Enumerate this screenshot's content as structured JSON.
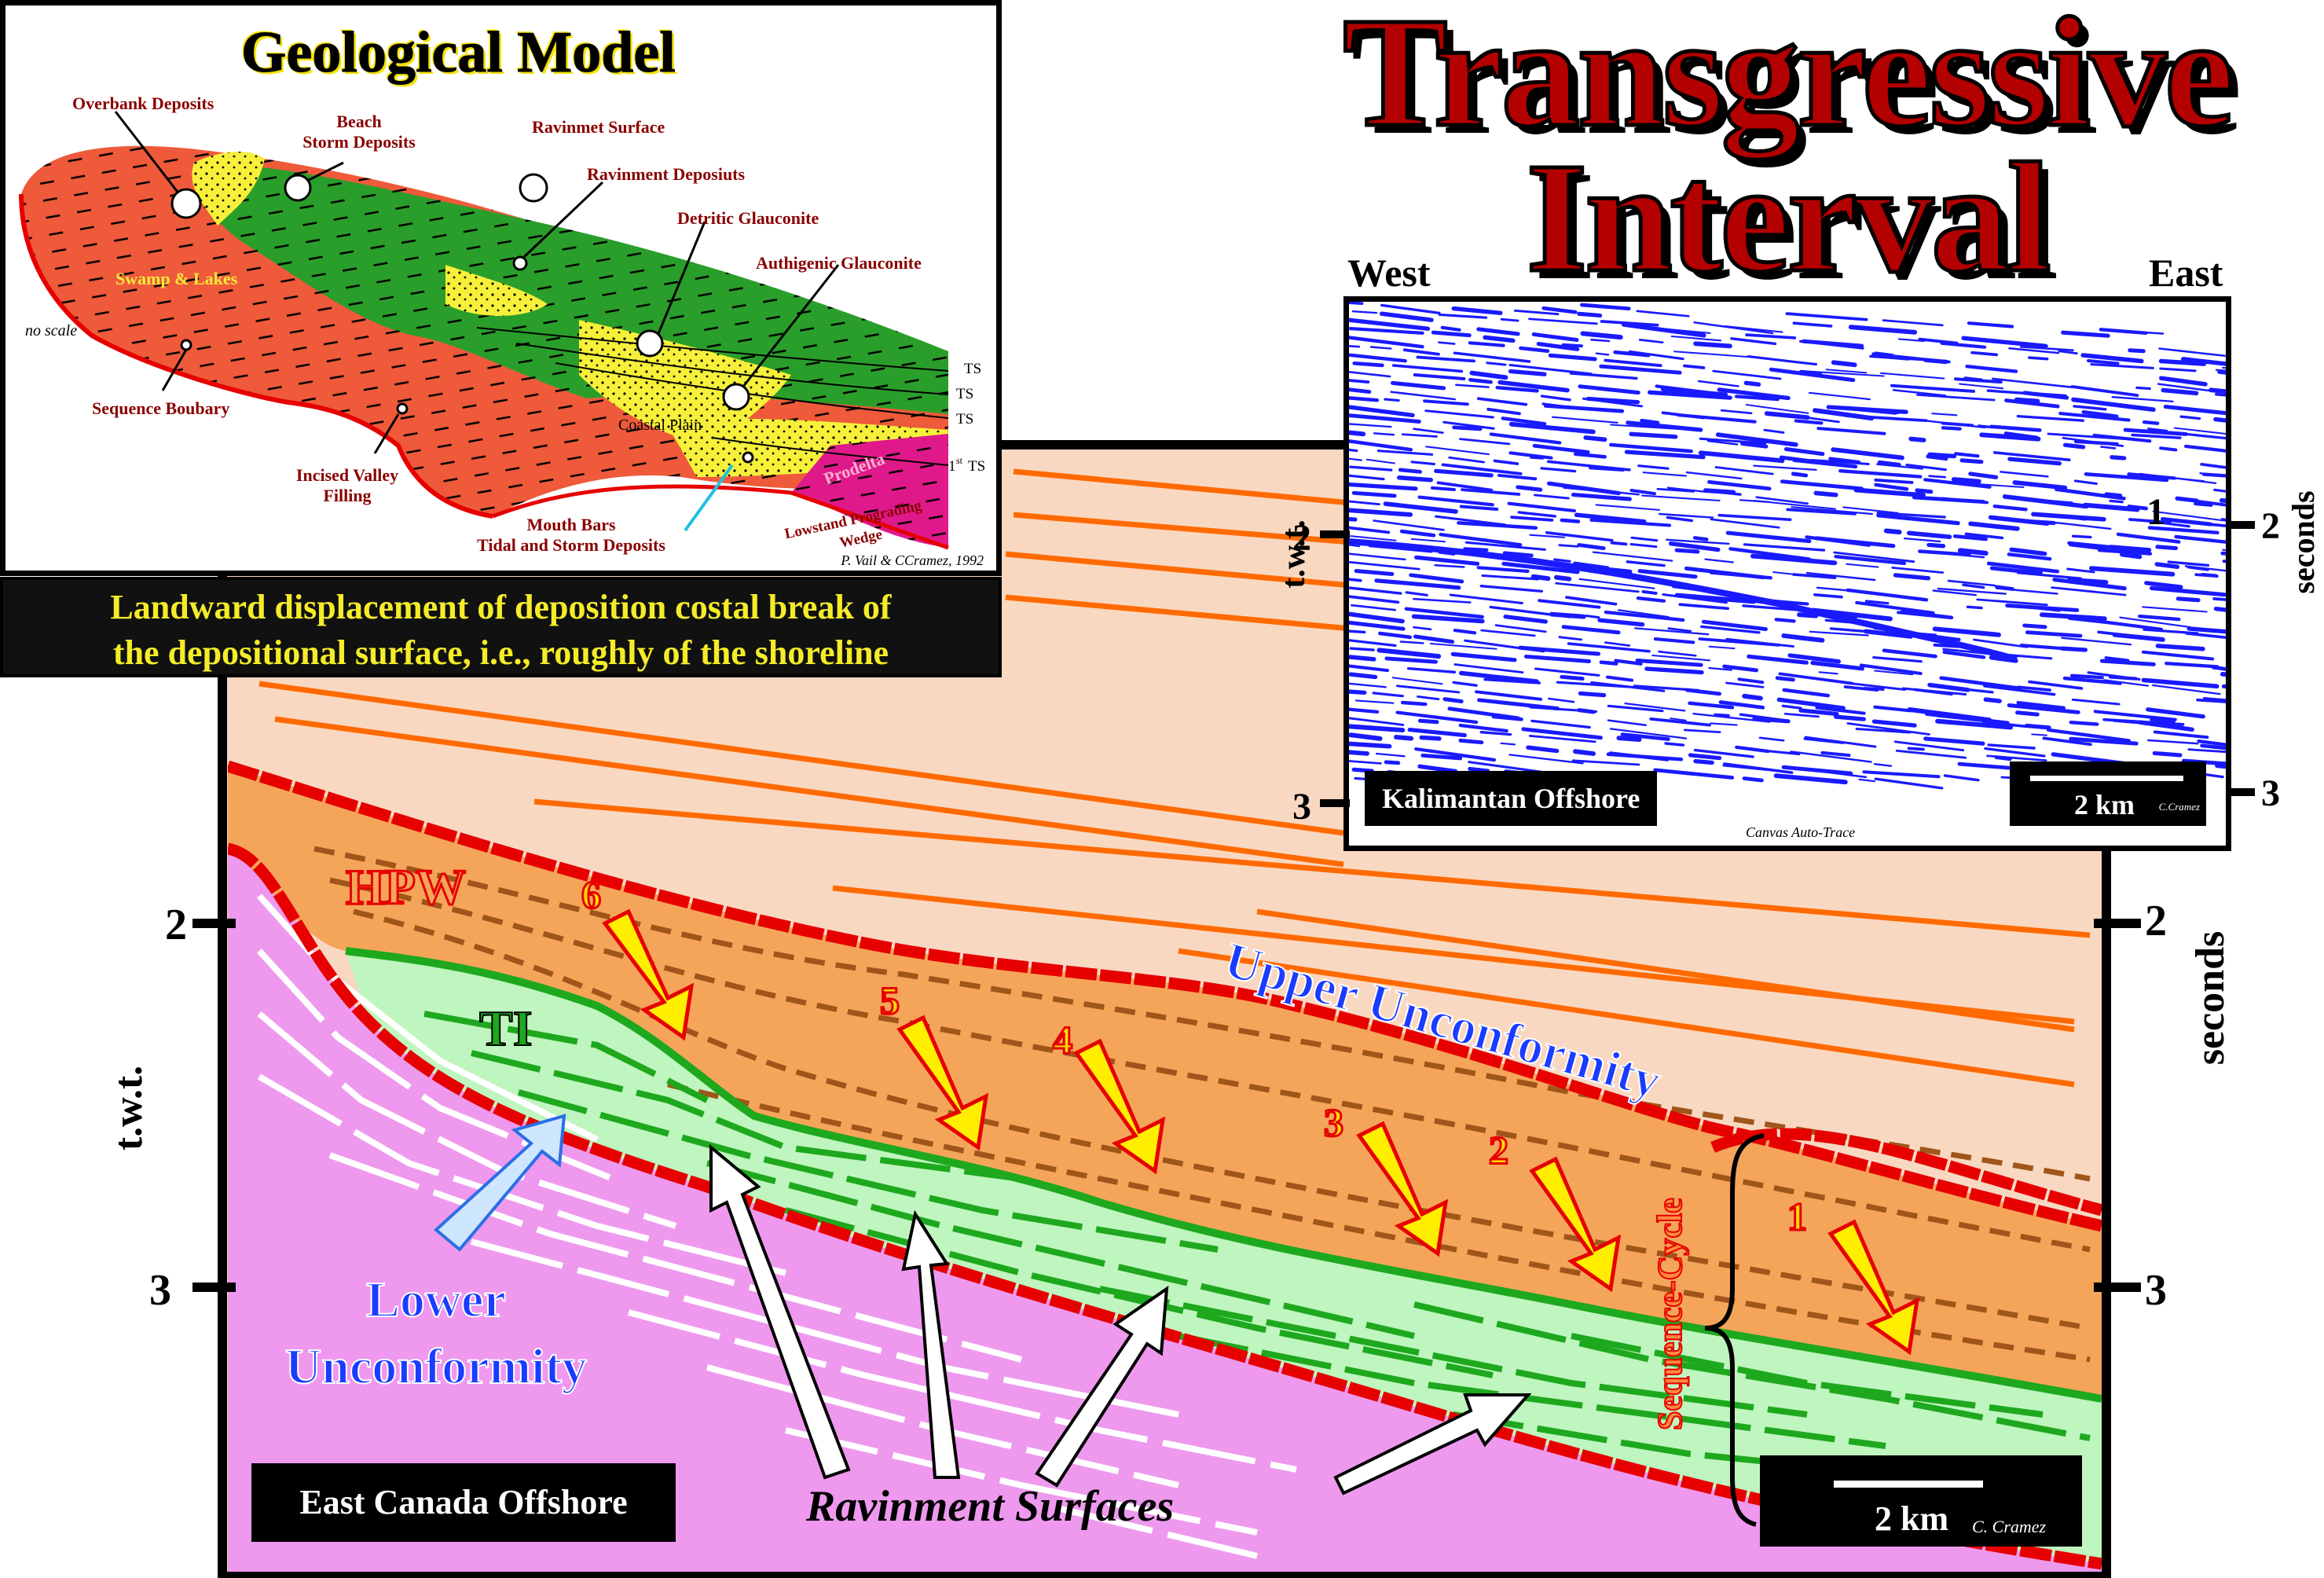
{
  "title": {
    "line1": "Transgressive",
    "line2": "Interval"
  },
  "geological_model": {
    "title": "Geological Model",
    "labels": {
      "overbank": "Overbank Deposits",
      "beach1": "Beach",
      "beach2": "Storm Deposits",
      "ravinmet": "Ravinmet Surface",
      "ravinment_deposits": "Ravinment Deposiuts",
      "detritic": "Detritic Glauconite",
      "authigenic": "Authigenic Glauconite",
      "swamp": "Swamp & Lakes",
      "no_scale": "no scale",
      "sequence_boundary": "Sequence Boubary",
      "incised1": "Incised Valley",
      "incised2": "Filling",
      "coastal_plain": "Coastal Plain",
      "prodelta": "Prodelta",
      "ts1": "TS",
      "ts2": "TS",
      "ts3": "TS",
      "first_ts_num": "1",
      "first_ts_sup": "st",
      "first_ts": "TS",
      "mouth1": "Mouth Bars",
      "mouth2": "Tidal and Storm Deposits",
      "lowstand1": "Lowstand Prograding",
      "lowstand2": "Wedge",
      "credit": "P. Vail & CCramez, 1992"
    },
    "caption_line1": "Landward displacement of deposition costal break of",
    "caption_line2": "the depositional surface, i.e., roughly of the shoreline"
  },
  "kalimantan": {
    "west": "West",
    "east": "East",
    "twt": "t.w.t.",
    "seconds": "seconds",
    "tick_left_2": "2",
    "tick_left_3": "3",
    "tick_right_2": "2",
    "tick_right_3": "3",
    "marker": "1",
    "label": "Kalimantan Offshore",
    "scale": "2 km",
    "scale_credit": "C.Cramez",
    "canvas_credit": "Canvas Auto-Trace"
  },
  "main_section": {
    "twt": "t.w.t.",
    "seconds": "seconds",
    "tick_left_2": "2",
    "tick_left_3": "3",
    "tick_right_2": "2",
    "tick_right_3": "3",
    "hpw": "HPW",
    "ti": "TI",
    "upper_unconformity": "Upper Unconformity",
    "lower1": "Lower",
    "lower2": "Unconformity",
    "sequence_cycle": "Sequence-Cycle",
    "ravinment_surfaces": "Ravinment Surfaces",
    "numbers": [
      "6",
      "5",
      "4",
      "3",
      "2",
      "1"
    ],
    "label": "East Canada Offshore",
    "scale": "2 km",
    "scale_credit": "C. Cramez"
  },
  "colors": {
    "title_red": "#b30000",
    "caption_yellow": "#f4ec28",
    "seismic_blue": "#1a1aff",
    "unconformity_red": "#e60000",
    "green": "#1ea81e",
    "hpw_orange": "#f5a55a",
    "pink": "#ee99ee"
  }
}
